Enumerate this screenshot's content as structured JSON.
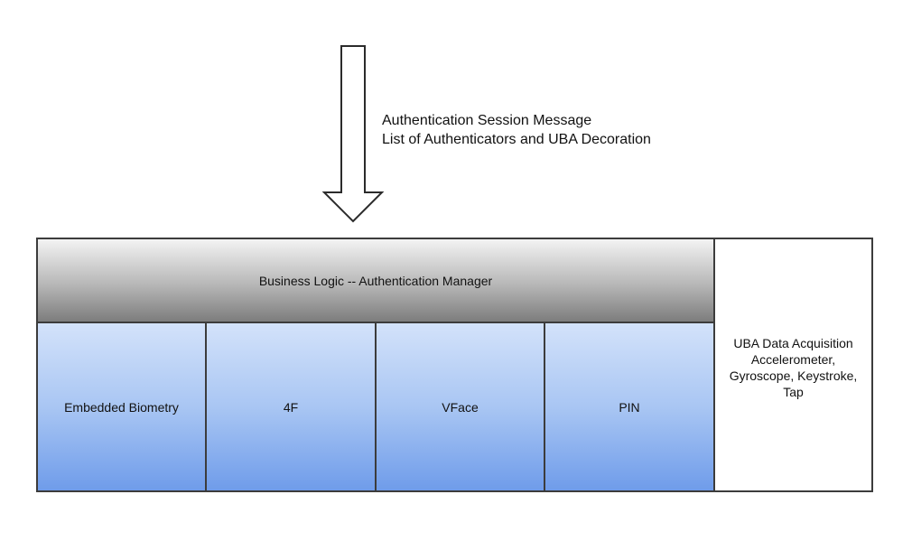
{
  "arrow": {
    "label_lines": [
      "Authentication Session Message",
      "List of Authenticators and UBA Decoration"
    ]
  },
  "manager": {
    "label": "Business Logic -- Authentication Manager"
  },
  "authenticators": [
    {
      "label": "Embedded Biometry"
    },
    {
      "label": "4F"
    },
    {
      "label": "VFace"
    },
    {
      "label": "PIN"
    }
  ],
  "uba": {
    "lines": [
      "UBA Data Acquisition",
      "Accelerometer,",
      "Gyroscope, Keystroke,",
      "Tap"
    ]
  },
  "colors": {
    "manager_gradient": [
      "#f3f3f3",
      "#7d7d7d"
    ],
    "authenticator_gradient": [
      "#d3e2fa",
      "#6f9cea"
    ],
    "border": "#3c3c3c"
  }
}
